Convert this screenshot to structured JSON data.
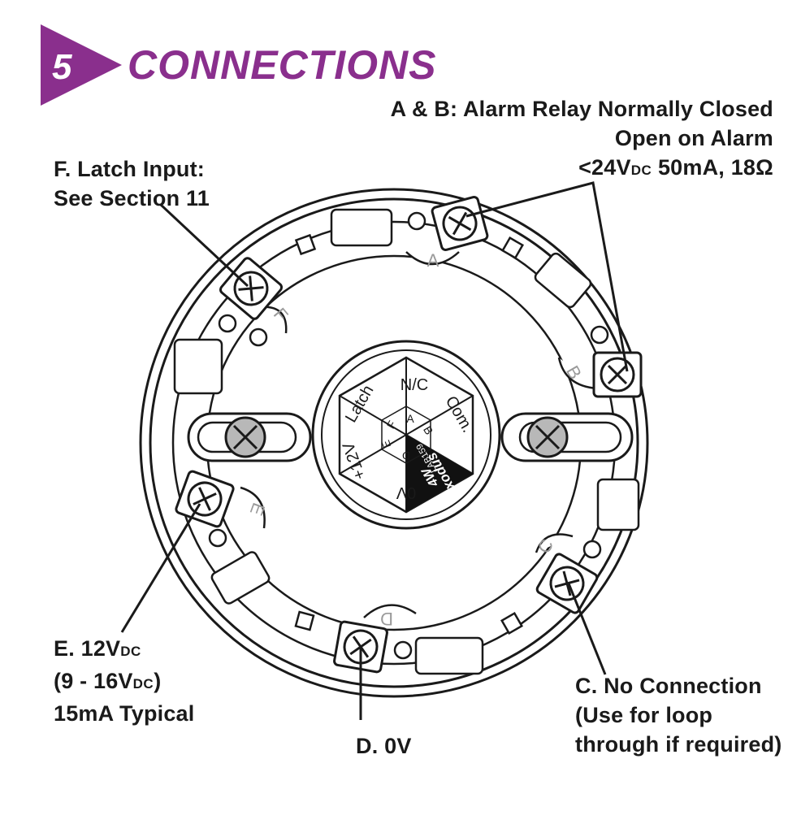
{
  "header": {
    "number": "5",
    "title": "CONNECTIONS",
    "accent_color": "#8a2f8d"
  },
  "callouts": {
    "ab": {
      "line1": "A & B: Alarm Relay Normally Closed",
      "line2": "Open on Alarm",
      "line3_prefix": "<24V",
      "line3_sub": "DC",
      "line3_suffix": " 50mA, 18Ω"
    },
    "f": {
      "line1": "F. Latch Input:",
      "line2": "See Section 11"
    },
    "e": {
      "line1_prefix": "E. 12V",
      "line1_sub": "DC",
      "line2_prefix": "(9 - 16V",
      "line2_sub": "DC",
      "line2_suffix": ")",
      "line3": "15mA Typical"
    },
    "d": {
      "line1": "D. 0V"
    },
    "c": {
      "line1": "C. No Connection",
      "line2": "(Use for loop",
      "line3": "through if required)"
    }
  },
  "terminal_letters": {
    "a": "A",
    "b": "B",
    "c": "C",
    "d": "D",
    "e": "E",
    "f": "F"
  },
  "hex_label": {
    "nc": "N/C",
    "com": "Com.",
    "latch": "Latch",
    "plus12v": "+12V",
    "zero_v": "0V",
    "inner_a": "A",
    "inner_b": "B",
    "inner_d": "D",
    "inner_e": "E",
    "inner_f": "F",
    "brand": "Exodus",
    "model": "4W",
    "part": "LAB159"
  },
  "icons": [
    "screw-terminal-icon",
    "fixing-screw-icon"
  ]
}
